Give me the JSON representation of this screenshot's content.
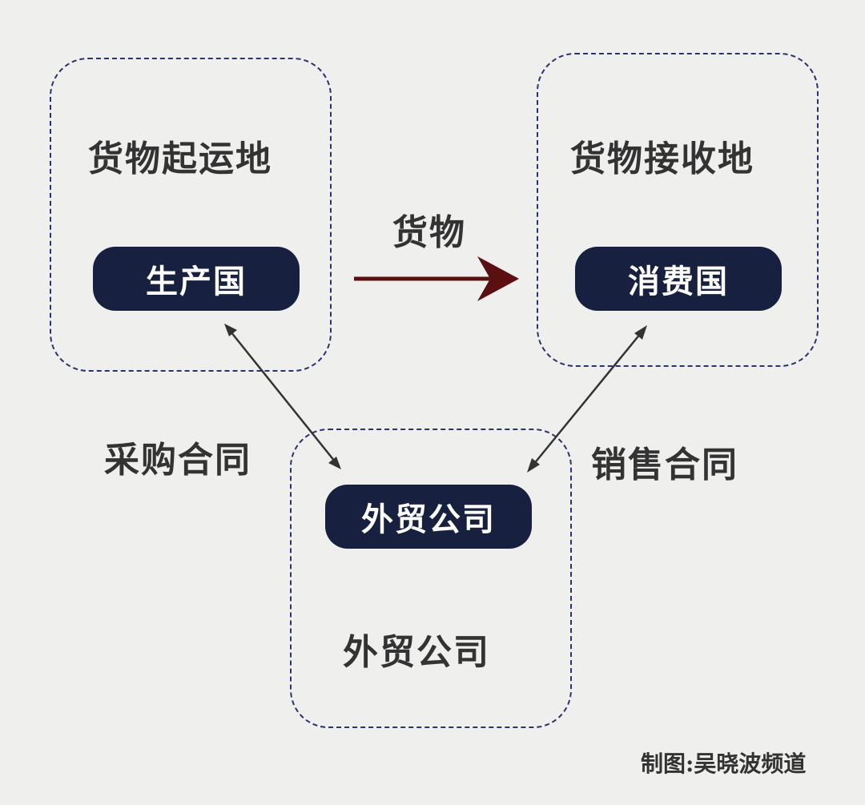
{
  "origin": {
    "heading": "货物起运地",
    "node": "生产国"
  },
  "destination": {
    "heading": "货物接收地",
    "node": "消费国"
  },
  "trader": {
    "node": "外贸公司",
    "heading": "外贸公司"
  },
  "goods_label": "货物",
  "purchase_contract_label": "采购合同",
  "sales_contract_label": "销售合同",
  "credit": "制图:吴晓波频道",
  "colors": {
    "background": "#efefed",
    "frame_border": "#2c3270",
    "node_fill": "#17213f",
    "goods_arrow": "#5a1010",
    "contract_arrow": "#333333",
    "text": "#333333"
  }
}
